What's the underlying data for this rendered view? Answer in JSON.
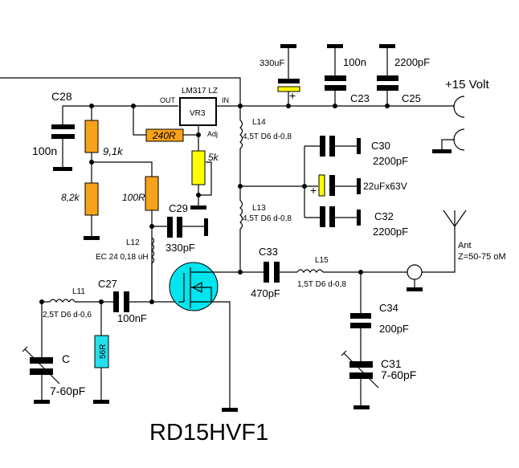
{
  "title": "RD15HVF1",
  "colors": {
    "resistor_orange": "#F7A21B",
    "trimmer_yellow": "#FFFF00",
    "cap_yellow": "#FFFF00",
    "transistor_cyan": "#00E5EE",
    "resistor_cyan": "#22E0EE",
    "wire": "#000000"
  },
  "regulator": {
    "part": "LM317 LZ",
    "ref": "VR3",
    "pin_out": "OUT",
    "pin_in": "IN",
    "pin_adj": "Adj"
  },
  "power": {
    "label": "+15 Volt"
  },
  "antenna": {
    "label": "Ant",
    "impedance": "Z=50-75 oM"
  },
  "components": {
    "c28": {
      "ref": "C28",
      "value": "100n"
    },
    "r_91k": {
      "value": "9,1k"
    },
    "r_82k": {
      "value": "8,2k"
    },
    "r_100r": {
      "value": "100R"
    },
    "r_240r": {
      "value": "240R"
    },
    "trim_5k": {
      "value": "5k"
    },
    "c_330uf": {
      "value": "330uF",
      "polarity": "+"
    },
    "c23": {
      "ref": "C23",
      "value": "100n"
    },
    "c25": {
      "ref": "C25",
      "value": "2200pF"
    },
    "l14": {
      "ref": "L14",
      "spec": "4,5T D6 d-0,8"
    },
    "l13": {
      "ref": "L13",
      "spec": "4,5T D6 d-0,8"
    },
    "c30": {
      "ref": "C30",
      "value": "2200pF"
    },
    "c_22uf": {
      "value": "22uFx63V",
      "polarity": "+"
    },
    "c32": {
      "ref": "C32",
      "value": "2200pF"
    },
    "c29": {
      "ref": "C29",
      "value": "330pF"
    },
    "l12": {
      "ref": "L12",
      "spec": "EC 24 0,18 uH"
    },
    "c33": {
      "ref": "C33",
      "value": "470pF"
    },
    "l15": {
      "ref": "L15",
      "spec": "1,5T D6 d-0,8"
    },
    "c34": {
      "ref": "C34",
      "value": "200pF"
    },
    "c31": {
      "ref": "C31",
      "value": "7-60pF"
    },
    "l11": {
      "ref": "L11",
      "spec": "2,5T D6 d-0,6"
    },
    "c27": {
      "ref": "C27",
      "value": "100nF"
    },
    "r_56r": {
      "value": "56R"
    },
    "c_in": {
      "ref": "C",
      "value": "7-60pF"
    }
  }
}
